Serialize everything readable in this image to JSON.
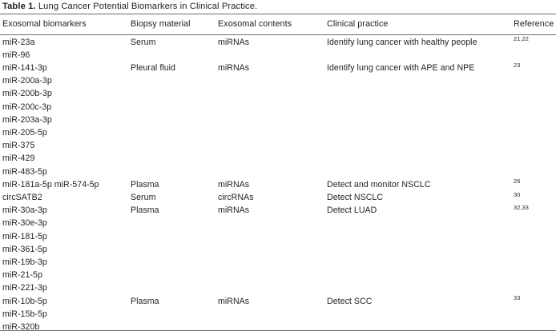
{
  "caption": {
    "label": "Table 1.",
    "text": "Lung Cancer Potential Biomarkers in Clinical Practice."
  },
  "table": {
    "columns": [
      "Exosomal biomarkers",
      "Biopsy material",
      "Exosomal contents",
      "Clinical practice",
      "Reference"
    ],
    "rows": [
      {
        "biomarker": "miR-23a",
        "material": "Serum",
        "contents": "miRNAs",
        "practice": "Identify lung cancer with healthy people",
        "reference": "21,22"
      },
      {
        "biomarker": "miR-96",
        "material": "",
        "contents": "",
        "practice": "",
        "reference": ""
      },
      {
        "biomarker": "miR-141-3p",
        "material": "Pleural fluid",
        "contents": "miRNAs",
        "practice": "Identify lung cancer with APE and NPE",
        "reference": "23"
      },
      {
        "biomarker": "miR-200a-3p",
        "material": "",
        "contents": "",
        "practice": "",
        "reference": ""
      },
      {
        "biomarker": "miR-200b-3p",
        "material": "",
        "contents": "",
        "practice": "",
        "reference": ""
      },
      {
        "biomarker": "miR-200c-3p",
        "material": "",
        "contents": "",
        "practice": "",
        "reference": ""
      },
      {
        "biomarker": "miR-203a-3p",
        "material": "",
        "contents": "",
        "practice": "",
        "reference": ""
      },
      {
        "biomarker": "miR-205-5p",
        "material": "",
        "contents": "",
        "practice": "",
        "reference": ""
      },
      {
        "biomarker": "miR-375",
        "material": "",
        "contents": "",
        "practice": "",
        "reference": ""
      },
      {
        "biomarker": "miR-429",
        "material": "",
        "contents": "",
        "practice": "",
        "reference": ""
      },
      {
        "biomarker": "miR-483-5p",
        "material": "",
        "contents": "",
        "practice": "",
        "reference": ""
      },
      {
        "biomarker": "miR-181a-5p miR-574-5p",
        "material": "Plasma",
        "contents": "miRNAs",
        "practice": "Detect and monitor NSCLC",
        "reference": "26"
      },
      {
        "biomarker": "circSATB2",
        "material": "Serum",
        "contents": "circRNAs",
        "practice": "Detect NSCLC",
        "reference": "30"
      },
      {
        "biomarker": "miR-30a-3p",
        "material": "Plasma",
        "contents": "miRNAs",
        "practice": "Detect LUAD",
        "reference": "32,33"
      },
      {
        "biomarker": "miR-30e-3p",
        "material": "",
        "contents": "",
        "practice": "",
        "reference": ""
      },
      {
        "biomarker": "miR-181-5p",
        "material": "",
        "contents": "",
        "practice": "",
        "reference": ""
      },
      {
        "biomarker": "miR-361-5p",
        "material": "",
        "contents": "",
        "practice": "",
        "reference": ""
      },
      {
        "biomarker": "miR-19b-3p",
        "material": "",
        "contents": "",
        "practice": "",
        "reference": ""
      },
      {
        "biomarker": "miR-21-5p",
        "material": "",
        "contents": "",
        "practice": "",
        "reference": ""
      },
      {
        "biomarker": "miR-221-3p",
        "material": "",
        "contents": "",
        "practice": "",
        "reference": ""
      },
      {
        "biomarker": "miR-10b-5p",
        "material": "Plasma",
        "contents": "miRNAs",
        "practice": "Detect SCC",
        "reference": "33"
      },
      {
        "biomarker": "miR-15b-5p",
        "material": "",
        "contents": "",
        "practice": "",
        "reference": ""
      },
      {
        "biomarker": "miR-320b",
        "material": "",
        "contents": "",
        "practice": "",
        "reference": ""
      }
    ]
  }
}
